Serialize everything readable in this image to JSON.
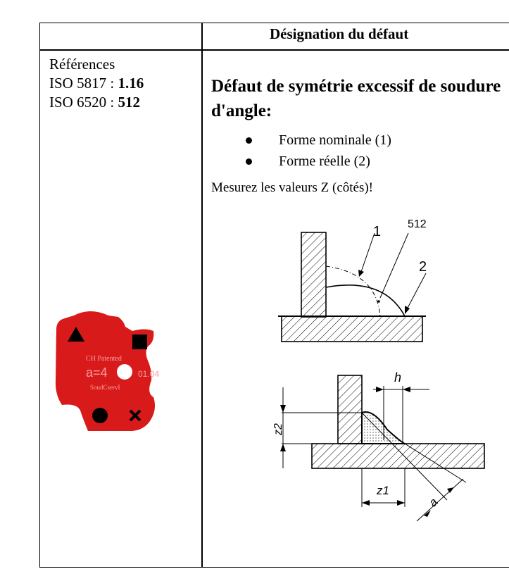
{
  "header": {
    "title": "Désignation du défaut"
  },
  "references": {
    "label": "Références",
    "iso5817_label": "ISO 5817 : ",
    "iso5817_value": "1.16",
    "iso6520_label": "ISO 6520 : ",
    "iso6520_value": "512"
  },
  "defect": {
    "title": "Défaut de symétrie excessif de soudure d'angle:",
    "bullets": [
      "Forme nominale (1)",
      "Forme réelle (2)"
    ],
    "instruction": "Mesurez les valeurs Z (côtés)!"
  },
  "gauge": {
    "line1": "CH Patented",
    "a_label": "a=4",
    "code": "01.04",
    "line3": "SoudCservI",
    "color": "#d91a1a"
  },
  "diagram1": {
    "label_1": "1",
    "label_2": "2",
    "label_512": "512"
  },
  "diagram2": {
    "h_label": "h",
    "z2_label": "z2",
    "z1_label": "z1",
    "a_label": "a"
  }
}
